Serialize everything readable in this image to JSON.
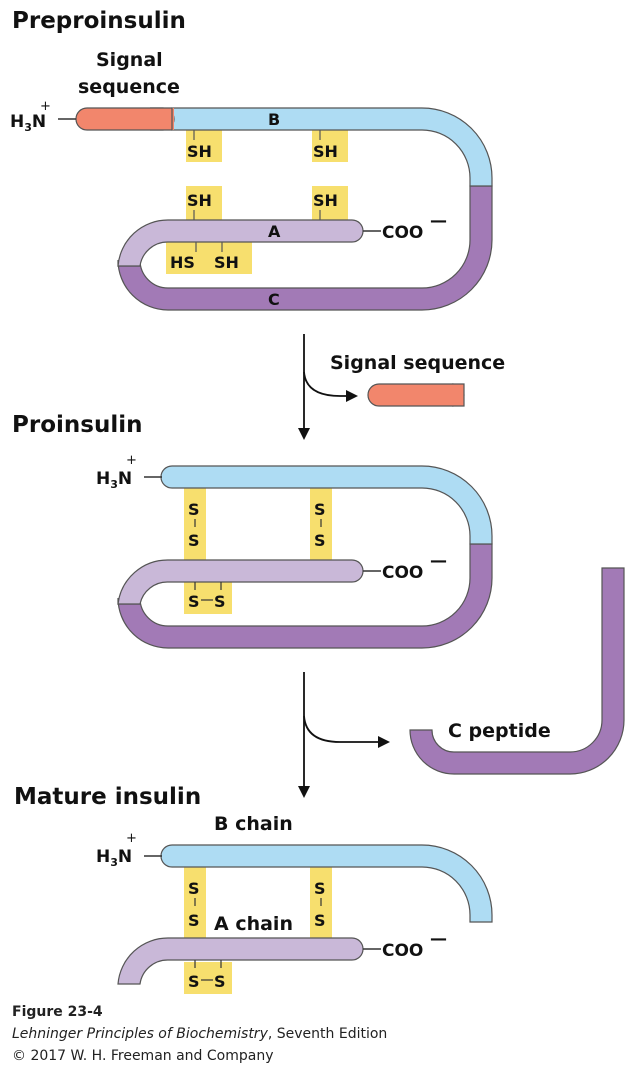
{
  "stages": {
    "preproinsulin": {
      "title": "Preproinsulin"
    },
    "proinsulin": {
      "title": "Proinsulin"
    },
    "mature": {
      "title": "Mature insulin"
    }
  },
  "labels": {
    "signal_sequence_top": "Signal",
    "signal_sequence_bottom": "sequence",
    "signal_sequence_released": "Signal sequence",
    "chain_b": "B",
    "chain_a": "A",
    "chain_c": "C",
    "c_peptide": "C peptide",
    "b_chain": "B chain",
    "a_chain": "A chain",
    "sh": "SH",
    "hs": "HS",
    "s": "S",
    "h3n_main": "H",
    "h3n_sub": "3",
    "h3n_tail": "N",
    "plus": "+",
    "coo": "COO",
    "minus": "—"
  },
  "caption": {
    "figure": "Figure 23-4",
    "book_title": "Lehninger Principles of Biochemistry",
    "edition": ", Seventh Edition",
    "copyright": "© 2017 W. H. Freeman and Company"
  },
  "colors": {
    "b_chain": "#aedcf3",
    "a_chain": "#c9b8d8",
    "c_chain": "#a27ab6",
    "signal": "#f2866c",
    "disulfide": "#f7df6e",
    "outline": "#555555"
  }
}
